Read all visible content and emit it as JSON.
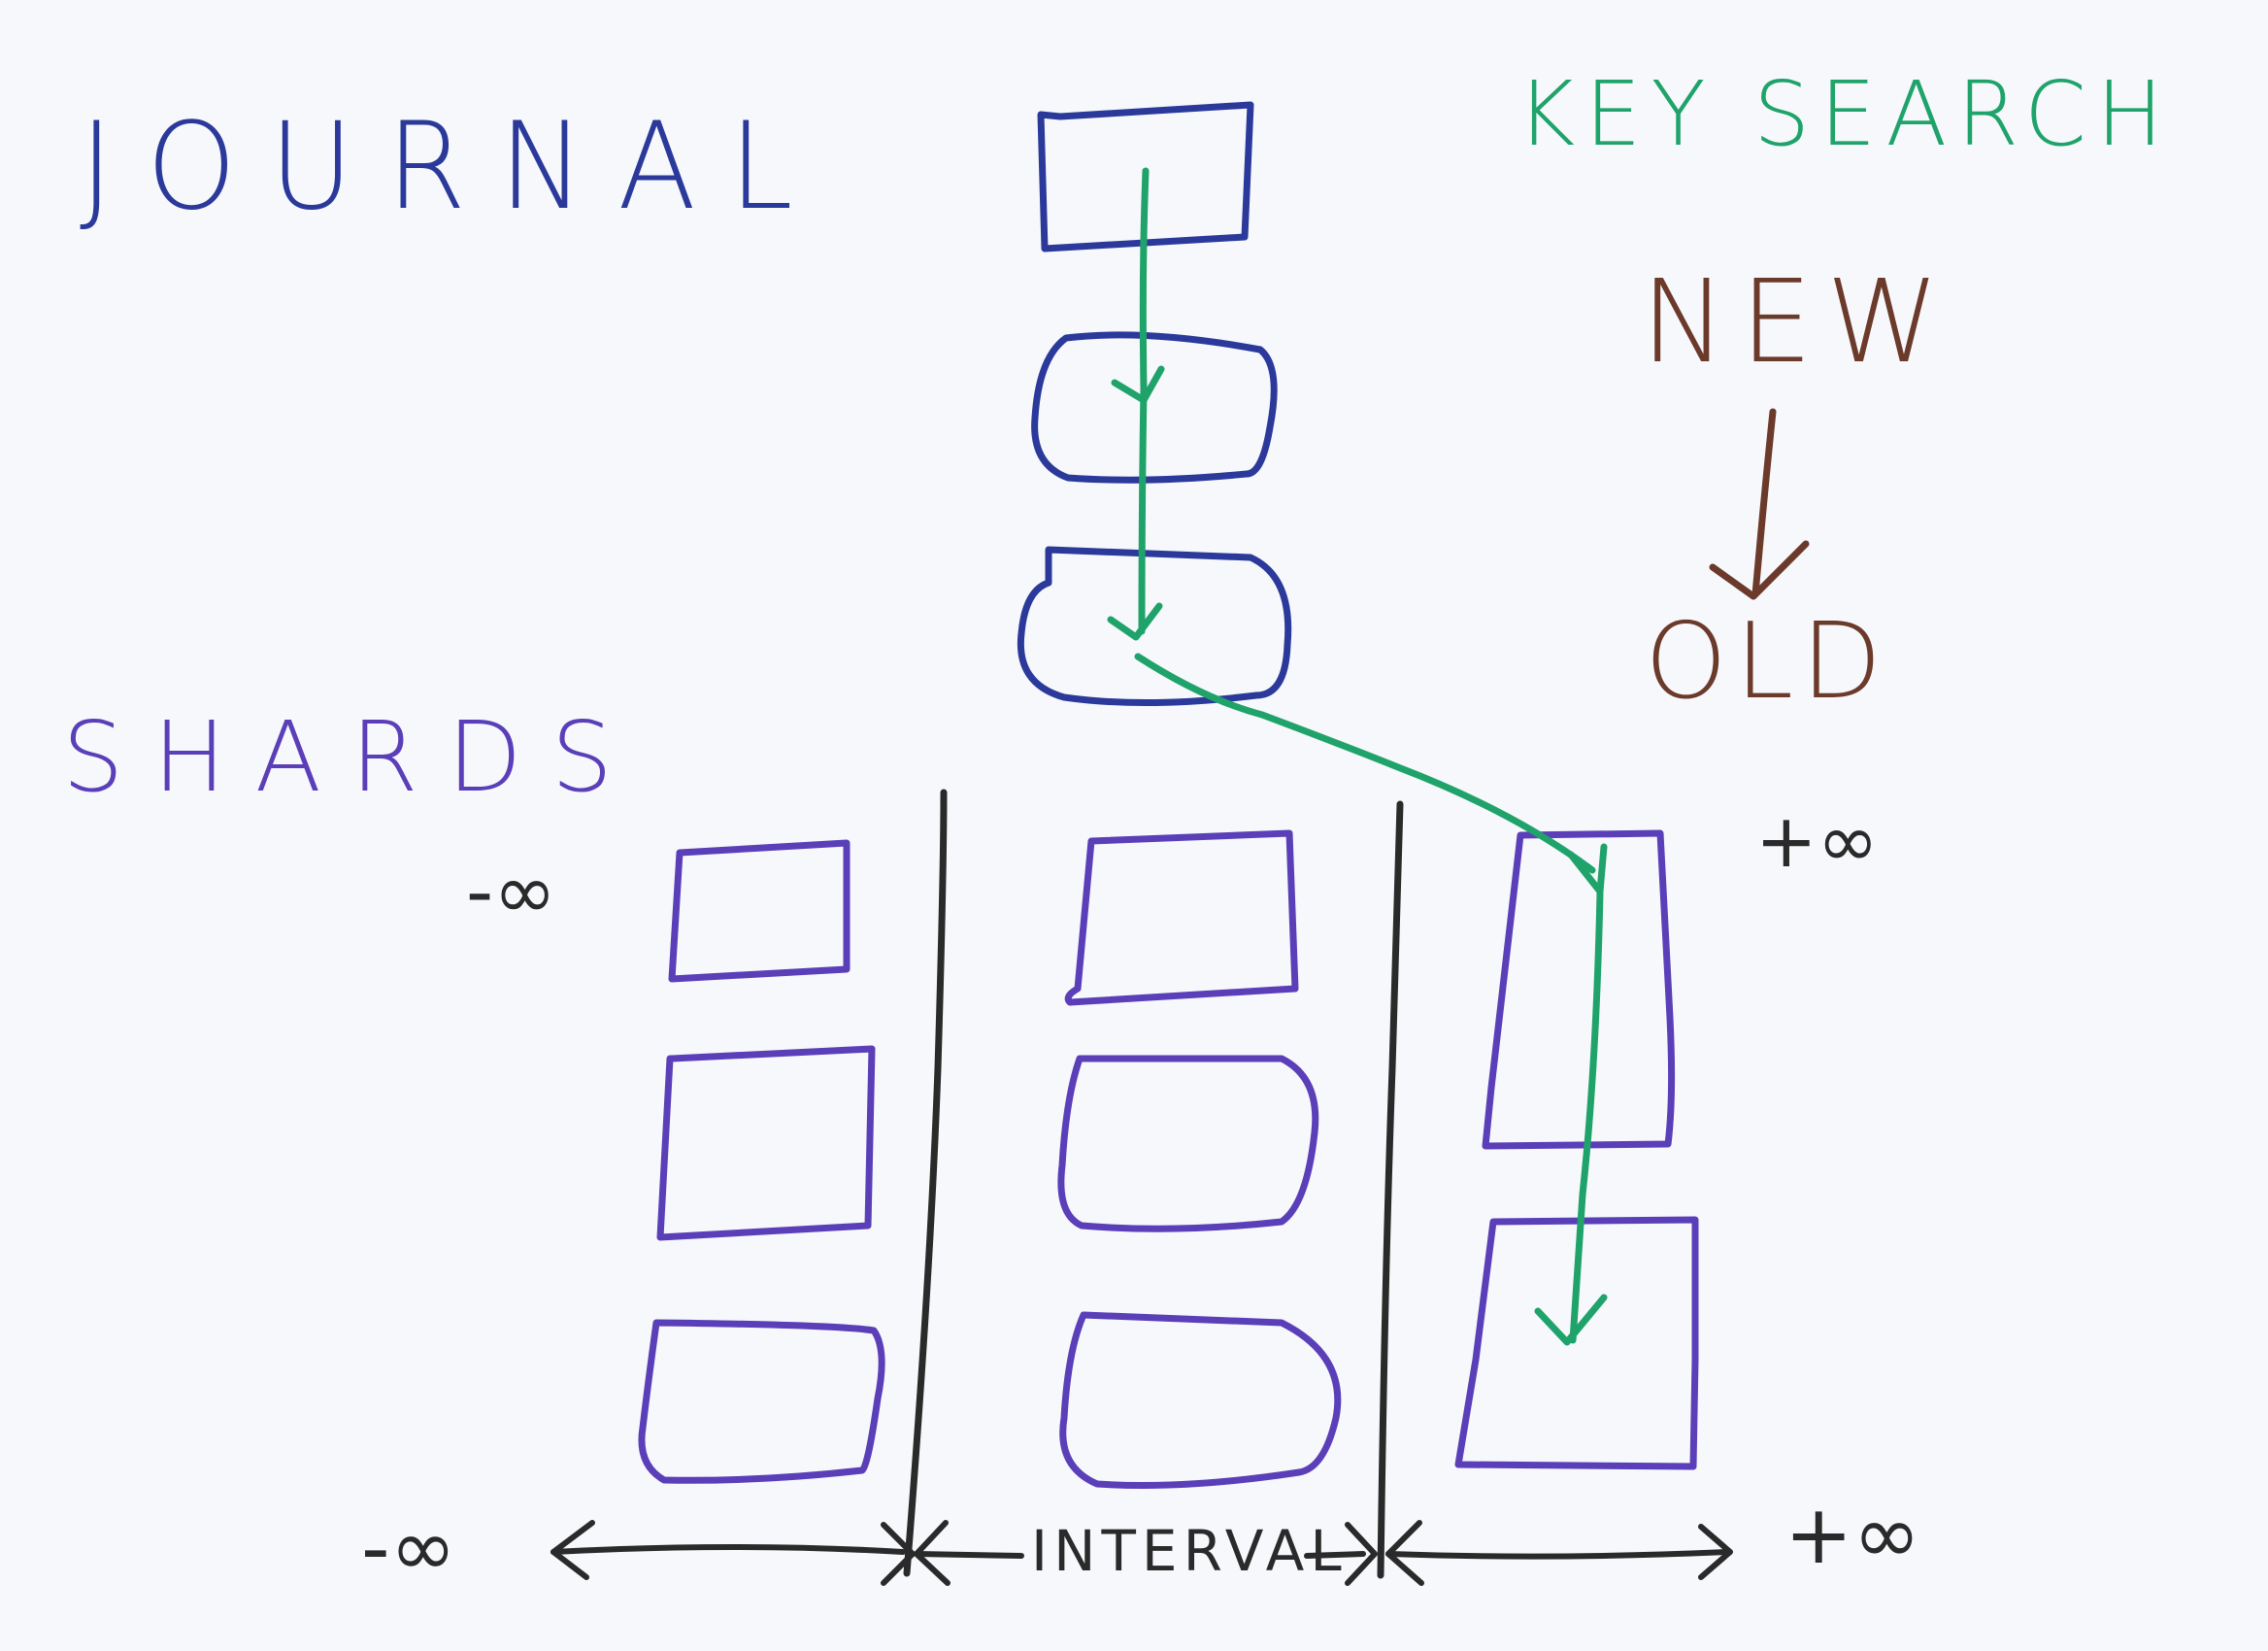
{
  "labels": {
    "journal": "JOURNAL",
    "shards": "SHARDS",
    "key_search": "KEY SEARCH",
    "new": "NEW",
    "old": "OLD",
    "neg_inf_top": "-∞",
    "pos_inf_top": "+∞",
    "neg_inf_bottom": "-∞",
    "pos_inf_bottom": "+∞",
    "interval": "INTERVAL"
  },
  "colors": {
    "journal_ink": "#2b3a9a",
    "shard_ink": "#5a3fb8",
    "search_ink": "#1fa36a",
    "time_ink": "#6b3a2a",
    "axis_ink": "#2a2a2a",
    "paper": "#f6f8fc"
  }
}
